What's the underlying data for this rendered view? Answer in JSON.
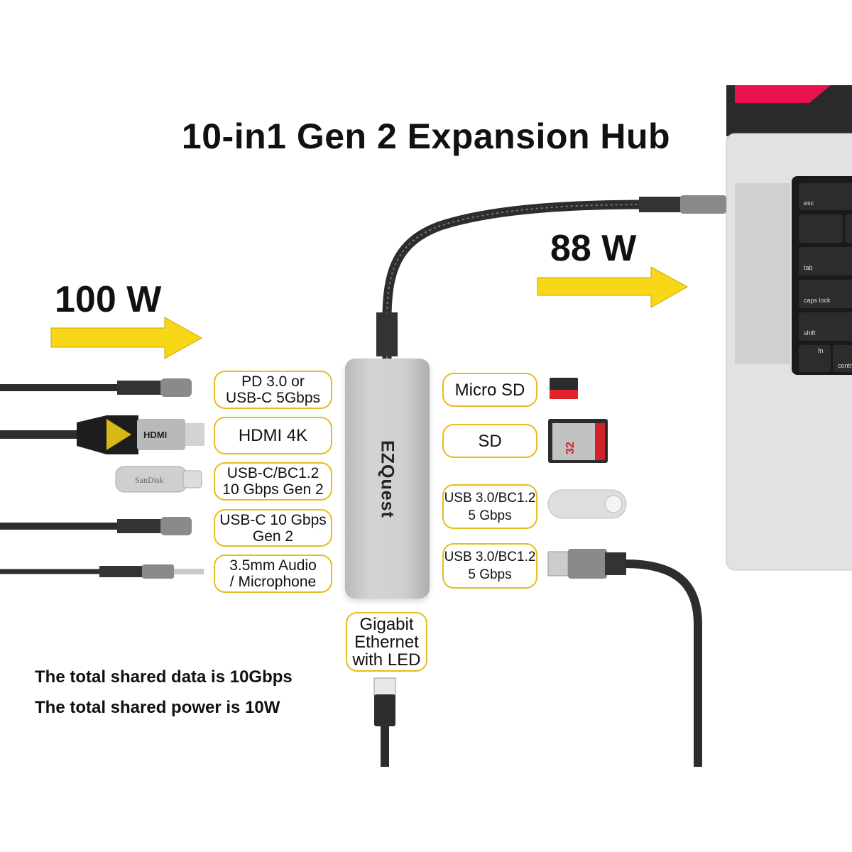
{
  "title": "10-in1 Gen 2 Expansion Hub",
  "power_in": "100 W",
  "power_out": "88 W",
  "left_ports": [
    {
      "line1": "PD 3.0 or",
      "line2": "USB-C 5Gbps"
    },
    {
      "line1": "HDMI 4K",
      "line2": ""
    },
    {
      "line1": "USB-C/BC1.2",
      "line2": "10 Gbps Gen 2"
    },
    {
      "line1": "USB-C 10 Gbps",
      "line2": "Gen 2"
    },
    {
      "line1": "3.5mm Audio",
      "line2": "/ Microphone"
    }
  ],
  "right_ports": [
    {
      "line1": "Micro SD",
      "line2": ""
    },
    {
      "line1": "SD",
      "line2": ""
    },
    {
      "line1": "USB 3.0/BC1.2",
      "line2": "5 Gbps"
    },
    {
      "line1": "USB 3.0/BC1.2",
      "line2": "5 Gbps"
    }
  ],
  "bottom_port": {
    "line1": "Gigabit",
    "line2": "Ethernet",
    "line3": "with LED"
  },
  "notes": [
    "The total shared data is 10Gbps",
    "The total shared power is 10W"
  ],
  "brand_logo": "EZQuest",
  "colors": {
    "arrow": "#f7d716",
    "label_border": "#e6bd1e",
    "hub": "#cfcfd1"
  }
}
